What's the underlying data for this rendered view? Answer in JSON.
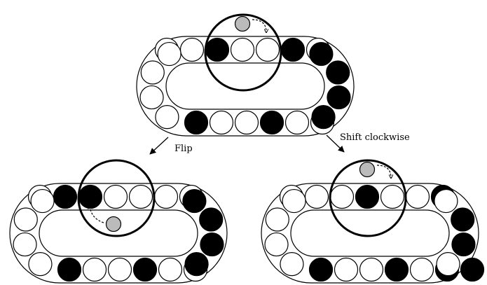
{
  "labels": {
    "flip": "Flip",
    "shift": "Shift clockwise"
  },
  "colors": {
    "black": "#000000",
    "white": "#ffffff",
    "gray": "#bbbbbb",
    "stroke": "#000000"
  },
  "puzzles": [
    {
      "name": "initial-state",
      "balls": {
        "top": [
          "white",
          "white",
          "black",
          "white",
          "white",
          "black",
          "white"
        ],
        "right": [
          "black",
          "black",
          "black",
          "black"
        ],
        "bottom": [
          "black",
          "white",
          "white",
          "black",
          "white",
          "white"
        ],
        "left": [
          "white",
          "white",
          "white",
          "white"
        ]
      },
      "marker": "above"
    },
    {
      "name": "after-flip",
      "balls": {
        "top": [
          "white",
          "black",
          "black",
          "white",
          "white",
          "white",
          "white"
        ],
        "right": [
          "black",
          "black",
          "black",
          "black"
        ],
        "bottom": [
          "black",
          "white",
          "white",
          "black",
          "white",
          "white"
        ],
        "left": [
          "white",
          "white",
          "white",
          "white"
        ]
      },
      "marker": "inside"
    },
    {
      "name": "after-shift-clockwise",
      "balls": {
        "top": [
          "white",
          "white",
          "white",
          "black",
          "white",
          "white",
          "black"
        ],
        "right": [
          "white",
          "black",
          "black",
          "white"
        ],
        "bottom": [
          "black",
          "white",
          "white",
          "black",
          "white",
          "black",
          "black"
        ],
        "left": [
          "white",
          "white",
          "white",
          "white"
        ]
      },
      "marker": "above"
    }
  ]
}
